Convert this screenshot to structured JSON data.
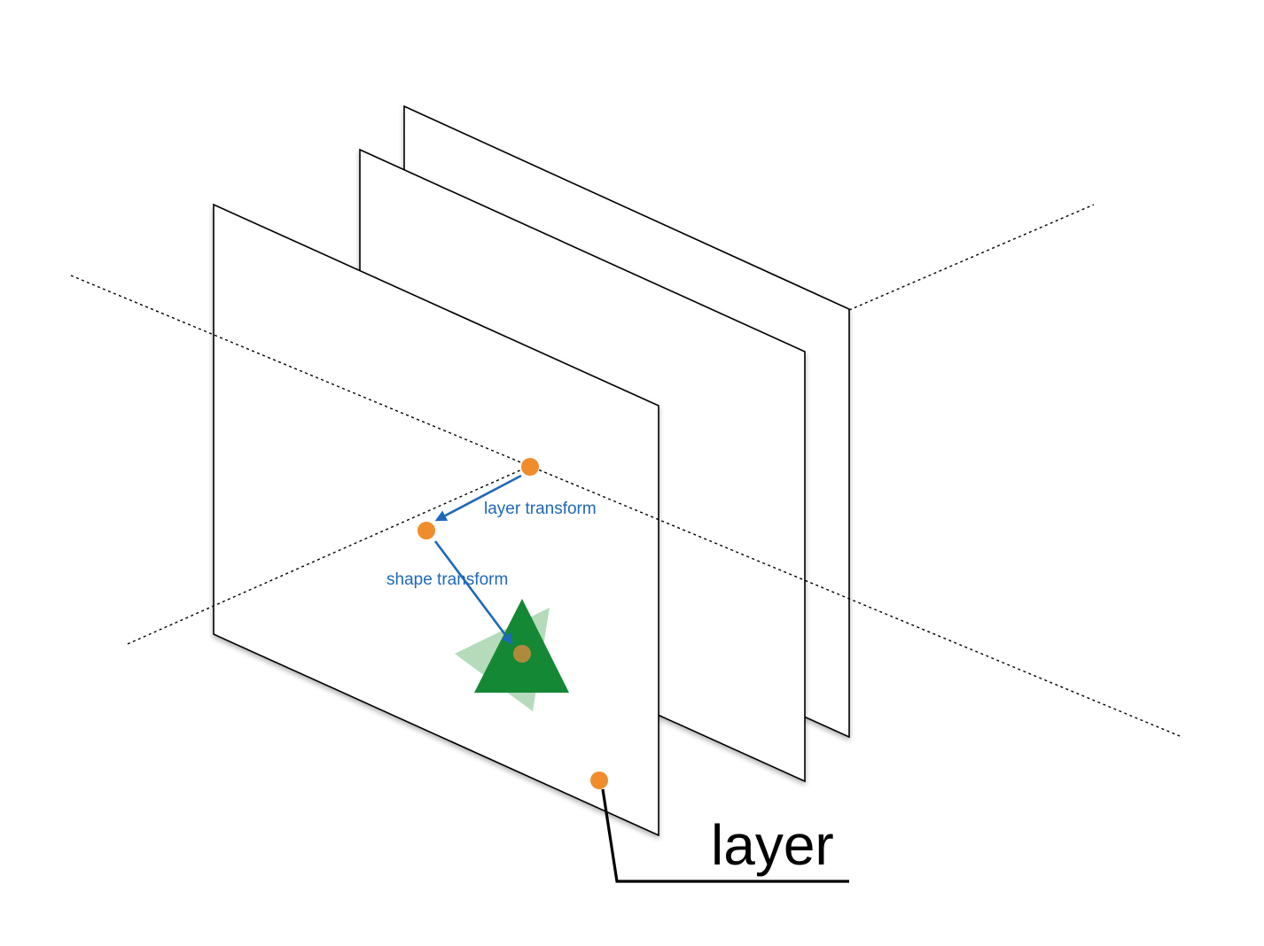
{
  "labels": {
    "layer_transform": "layer transform",
    "shape_transform": "shape transform",
    "layer": "layer"
  },
  "colors": {
    "plane_stroke": "#000000",
    "plane_fill": "#ffffff",
    "axis": "#000000",
    "anchor_point": "#f08c2c",
    "arrow": "#1f68b9",
    "label_text": "#1f68b9",
    "shape_fill": "#148834",
    "shape_ghost": "#b5dbbb",
    "shape_center": "#b08a3c",
    "callout": "#000000"
  },
  "icons": {
    "anchor": "filled-circle",
    "arrowhead": "triangle-arrowhead",
    "shape": "triangle"
  }
}
